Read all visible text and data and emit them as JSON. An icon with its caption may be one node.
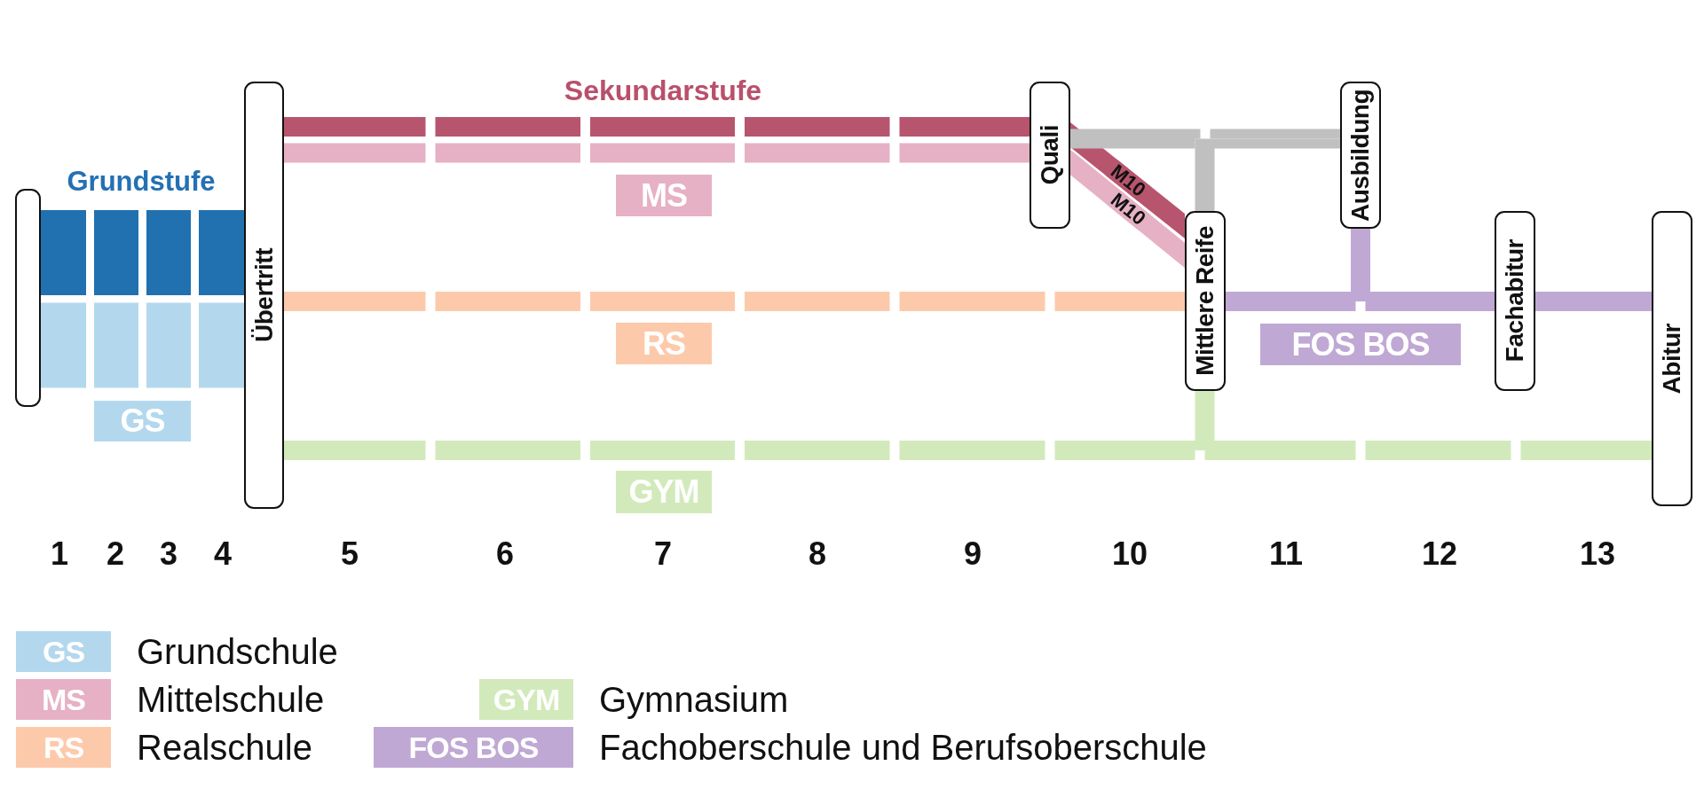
{
  "diagram": {
    "nodes": [
      {
        "text": [],
        "shape": "bar"
      },
      {
        "text": [
          "Übertritt"
        ]
      },
      {
        "text": [
          "Quali"
        ]
      },
      {
        "text": [
          "Ausbildung"
        ]
      },
      {
        "text": [
          "MS"
        ]
      },
      {
        "text": [
          "Mittlere Reife"
        ]
      },
      {
        "text": [
          "Fachabitur"
        ]
      },
      {
        "text": [
          "Abitur"
        ]
      },
      {
        "text": [
          "RS"
        ]
      },
      {
        "text": [
          "FOS BOS"
        ]
      },
      {
        "text": [
          "GS"
        ]
      },
      {
        "text": [
          "GYM"
        ]
      }
    ],
    "edges": [
      {
        "from": 0,
        "to": 1,
        "arrow": "none",
        "style": "thick",
        "color": "#2170b0"
      },
      {
        "from": 0,
        "to": 1,
        "arrow": "none",
        "style": "thick",
        "color": "#b3d8ed"
      },
      {
        "from": 1,
        "to": 2,
        "arrow": "none",
        "color": "#b8556e"
      },
      {
        "from": 1,
        "to": 2,
        "arrow": "none",
        "color": "#e6b1c4"
      },
      {
        "from": 2,
        "to": 5,
        "arrow": "none",
        "label": "M10",
        "color": "#b8556e"
      },
      {
        "from": 2,
        "to": 5,
        "arrow": "none",
        "label": "M10",
        "color": "#e6b1c4"
      },
      {
        "from": 2,
        "to": 3,
        "arrow": "none",
        "color": "#c0c0c0"
      },
      {
        "from": 5,
        "to": 3,
        "arrow": "none",
        "color": "#c0c0c0"
      },
      {
        "from": 1,
        "to": 5,
        "arrow": "none",
        "color": "#fccaab"
      },
      {
        "from": 5,
        "to": 6,
        "arrow": "none",
        "color": "#c0a8d4"
      },
      {
        "from": 3,
        "to": 6,
        "arrow": "none",
        "color": "#c0a8d4"
      },
      {
        "from": 6,
        "to": 7,
        "arrow": "none",
        "color": "#c0a8d4"
      },
      {
        "from": 1,
        "to": 7,
        "arrow": "none",
        "color": "#d2eabb"
      },
      {
        "from": 5,
        "to": 7,
        "arrow": "none",
        "color": "#d2eabb"
      }
    ],
    "labels": [
      "Grundstufe",
      "Sekundarstufe",
      "1",
      "2",
      "3",
      "4",
      "5",
      "6",
      "7",
      "8",
      "9",
      "10",
      "11",
      "12",
      "13",
      "GS",
      "MS",
      "RS",
      "GYM",
      "FOS BOS"
    ],
    "legend": [
      {
        "text": "Grundschule",
        "color": "#b3d8ed"
      },
      {
        "text": "Mittelschule",
        "color": "#e6b1c4"
      },
      {
        "text": "Realschule",
        "color": "#fccaab"
      },
      {
        "text": "Gymnasium",
        "color": "#d2eabb"
      },
      {
        "text": "Fachoberschule und Berufsoberschule",
        "color": "#c0a8d4"
      }
    ]
  }
}
